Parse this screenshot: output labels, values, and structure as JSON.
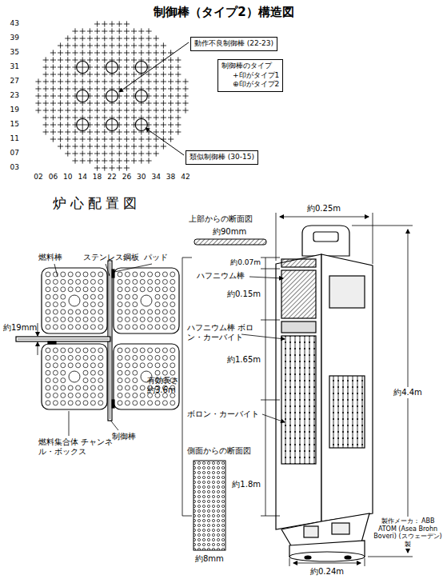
{
  "diagram": {
    "title": "制御棒（タイプ2）構造図",
    "nodes": [
      {
        "text": [
          "動作不良制御棒 (22-23)"
        ]
      },
      {
        "text": [
          "制御棒のタイプ",
          "+印がタイプ1",
          "⊕印がタイプ2"
        ]
      },
      {
        "text": [
          "類似制御棒 (30-15)"
        ]
      }
    ],
    "labels": [
      "43",
      "39",
      "35",
      "31",
      "27",
      "23",
      "19",
      "15",
      "11",
      "07",
      "03",
      "02",
      "06",
      "10",
      "14",
      "18",
      "22",
      "26",
      "30",
      "34",
      "38",
      "42",
      "炉心配置図",
      "燃料棒",
      "ステンレス鋼板",
      "パッド",
      "約19mm",
      "燃料集合体 チャンネル・ボックス",
      "制御棒",
      "約0.25m",
      "上部からの断面図",
      "約90mm",
      "約0.07m",
      "ハフニウム棒",
      "約0.15m",
      "ハフニウム棒 ボロン・カーバイト",
      "有効長さ 約3.6m",
      "約1.65m",
      "ボロン・カーバイト",
      "約1.8m",
      "約4.4m",
      "側面からの断面図",
      "約8mm",
      "約0.24m",
      "製作メーカ： ABB ATOM (Asea Brohn Boveri) (スウェーデン) 製"
    ]
  }
}
